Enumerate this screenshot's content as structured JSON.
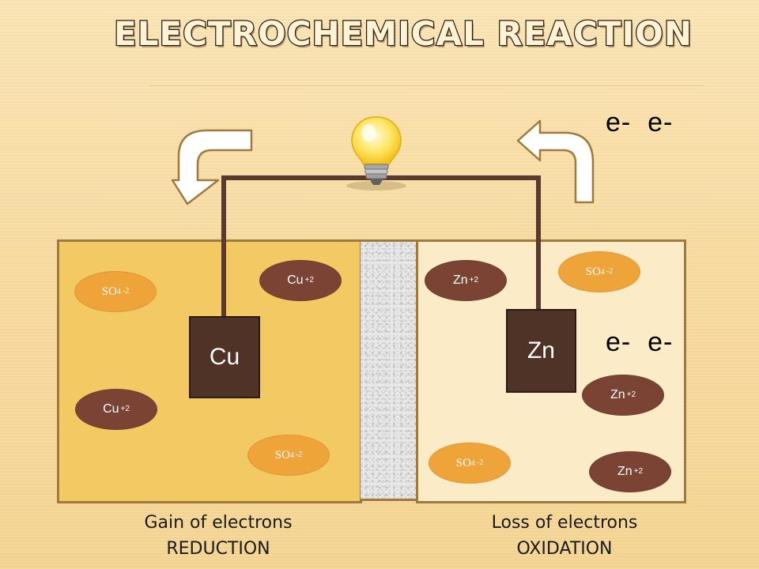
{
  "title": "ELECTROCHEMICAL REACTION",
  "electrodes": {
    "cathode": "Cu",
    "anode": "Zn"
  },
  "ions_left": [
    {
      "base": "SO",
      "sub": "4",
      "sup": "-2"
    },
    {
      "base": "Cu",
      "sup": "+2"
    },
    {
      "base": "Cu",
      "sup": "+2"
    },
    {
      "base": "SO",
      "sub": "4",
      "sup": "-2"
    }
  ],
  "ions_right": [
    {
      "base": "SO",
      "sub": "4",
      "sup": "-2"
    },
    {
      "base": "Zn",
      "sup": "+2"
    },
    {
      "base": "Zn",
      "sup": "+2"
    },
    {
      "base": "SO",
      "sub": "4",
      "sup": "-2"
    },
    {
      "base": "Zn",
      "sup": "+2"
    }
  ],
  "electrons": {
    "top": "e-  e-",
    "right": "e-  e-"
  },
  "captions": {
    "left_line1": "Gain of electrons",
    "left_line2": "REDUCTION",
    "right_line1": "Loss of electrons",
    "right_line2": "OXIDATION"
  },
  "colors": {
    "left_solution": "#f2c963",
    "right_solution": "#fcebc7",
    "electrode": "#4f3326",
    "metal_ion": "#7a4334",
    "sulfate_ion": "#efa43a",
    "wire": "#5a3a2e"
  },
  "icons": [
    "light-bulb-icon",
    "curved-arrow-down-left-icon",
    "curved-arrow-up-left-icon"
  ]
}
